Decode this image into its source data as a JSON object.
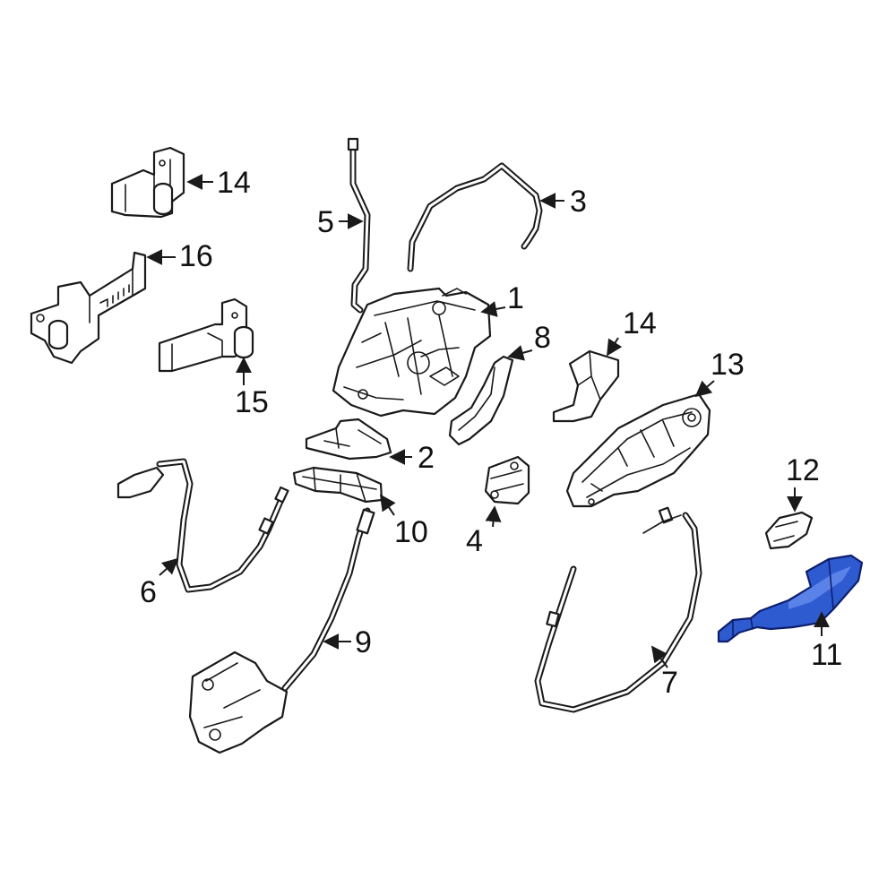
{
  "diagram": {
    "highlight_color": "#2f5bd0",
    "highlighted_part": "11",
    "callouts": {
      "c1": "1",
      "c2": "2",
      "c3": "3",
      "c4": "4",
      "c5": "5",
      "c6": "6",
      "c7": "7",
      "c8": "8",
      "c9": "9",
      "c10": "10",
      "c11": "11",
      "c12": "12",
      "c13": "13",
      "c14a": "14",
      "c14b": "14",
      "c15": "15",
      "c16": "16"
    }
  }
}
